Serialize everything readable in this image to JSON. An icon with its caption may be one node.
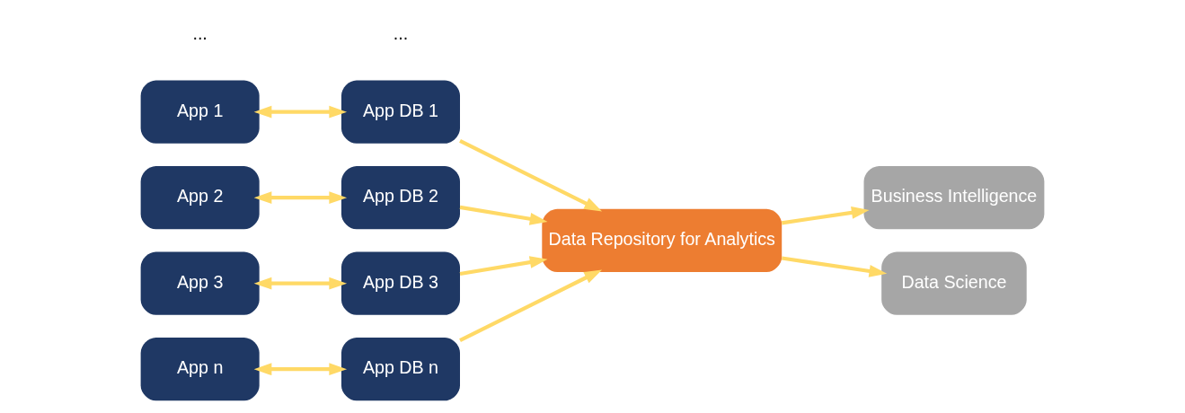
{
  "diagram": {
    "nodes": [
      {
        "text": [
          "App 1"
        ]
      },
      {
        "text": [
          "App DB 1"
        ]
      },
      {
        "text": [
          "App 2"
        ]
      },
      {
        "text": [
          "App DB 2"
        ]
      },
      {
        "text": [
          "App 3"
        ]
      },
      {
        "text": [
          "App DB 3"
        ]
      },
      {
        "text": [
          "App n"
        ]
      },
      {
        "text": [
          "App DB n"
        ]
      },
      {
        "text": [
          "Data Repository for Analytics"
        ]
      },
      {
        "text": [
          "Business Intelligence"
        ]
      },
      {
        "text": [
          "Data Science"
        ]
      }
    ],
    "edges": [
      {
        "from": 0,
        "to": 1,
        "arrow": "both"
      },
      {
        "from": 2,
        "to": 3,
        "arrow": "both"
      },
      {
        "from": 4,
        "to": 5,
        "arrow": "both"
      },
      {
        "from": 6,
        "to": 7,
        "arrow": "both"
      },
      {
        "from": 1,
        "to": 8,
        "arrow": "to"
      },
      {
        "from": 3,
        "to": 8,
        "arrow": "to"
      },
      {
        "from": 5,
        "to": 8,
        "arrow": "to"
      },
      {
        "from": 7,
        "to": 8,
        "arrow": "to"
      },
      {
        "from": 8,
        "to": 9,
        "arrow": "to"
      },
      {
        "from": 8,
        "to": 10,
        "arrow": "to"
      }
    ],
    "labels": [
      "...",
      "..."
    ]
  }
}
